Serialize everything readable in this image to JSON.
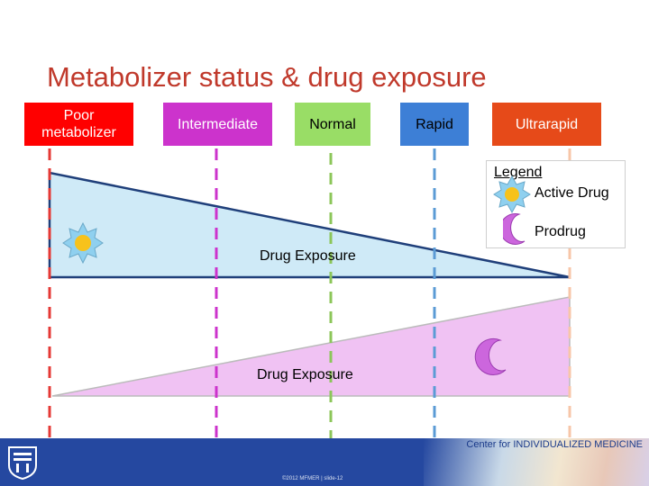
{
  "title": "Metabolizer status & drug exposure",
  "statuses": [
    {
      "label": "Poor\nmetabolizer",
      "bg": "#ff0000",
      "text_color": "#ffffff",
      "line_color": "#e53935"
    },
    {
      "label": "Intermediate",
      "bg": "#cc33cc",
      "text_color": "#ffffff",
      "line_color": "#cc33cc"
    },
    {
      "label": "Normal",
      "bg": "#99dd66",
      "text_color": "#000000",
      "line_color": "#8cc65a"
    },
    {
      "label": "Rapid",
      "bg": "#3d7fd6",
      "text_color": "#000000",
      "line_color": "#5b9bd5"
    },
    {
      "label": "Ultrarapid",
      "bg": "#e64a19",
      "text_color": "#ffffff",
      "line_color": "#f7c6a8"
    }
  ],
  "legend": {
    "title": "Legend",
    "active_drug": "Active Drug",
    "prodrug": "Prodrug"
  },
  "exposure_top": {
    "label": "Drug Exposure",
    "fill": "#cfeaf7"
  },
  "exposure_bottom": {
    "label": "Drug Exposure",
    "fill": "#f0c2f3"
  },
  "icons": {
    "active": "sun-icon",
    "pro": "crescent-moon-icon"
  },
  "footer": {
    "center_text": "Center for INDIVIDUALIZED MEDICINE",
    "copyright": "©2012 MFMER  |  slide-12",
    "logo": "MAYO CLINIC",
    "bar_color": "#2548a0"
  }
}
